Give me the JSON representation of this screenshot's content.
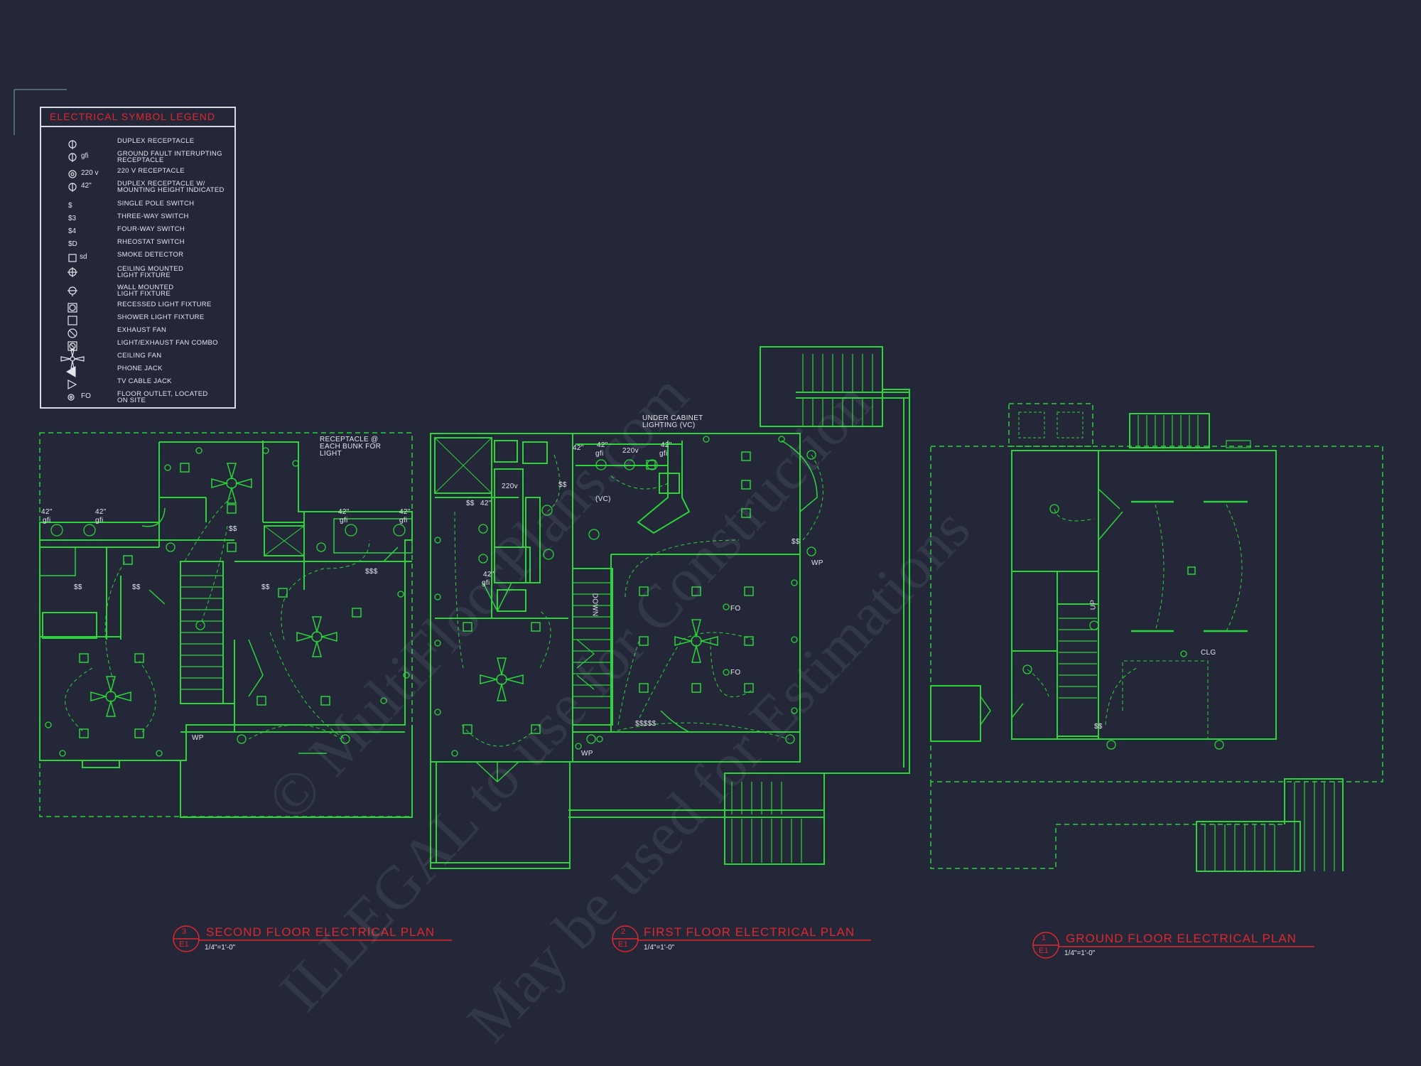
{
  "colors": {
    "background": "#232738",
    "linework": "#2bd43a",
    "title_red": "#e0262f",
    "text_white": "#e4e6ec"
  },
  "legend": {
    "title": "ELECTRICAL SYMBOL LEGEND",
    "items": [
      {
        "label": "DUPLEX RECEPTACLE",
        "icon": "duplex-receptacle-icon",
        "tag": ""
      },
      {
        "label": "GROUND FAULT INTERUPTING\nRECEPTACLE",
        "icon": "gfi-receptacle-icon",
        "tag": "gfi"
      },
      {
        "label": "220 V RECEPTACLE",
        "icon": "220v-receptacle-icon",
        "tag": "220 v"
      },
      {
        "label": "DUPLEX RECEPTACLE W/\nMOUNTING HEIGHT INDICATED",
        "icon": "duplex-height-icon",
        "tag": "42\""
      },
      {
        "label": "SINGLE POLE SWITCH",
        "icon": "single-pole-switch-icon",
        "tag": "$"
      },
      {
        "label": "THREE-WAY SWITCH",
        "icon": "three-way-switch-icon",
        "tag": "$3"
      },
      {
        "label": "FOUR-WAY SWITCH",
        "icon": "four-way-switch-icon",
        "tag": "$4"
      },
      {
        "label": "RHEOSTAT SWITCH",
        "icon": "rheostat-switch-icon",
        "tag": "$D"
      },
      {
        "label": "SMOKE DETECTOR",
        "icon": "smoke-detector-icon",
        "tag": "sd"
      },
      {
        "label": "CEILING MOUNTED\nLIGHT FIXTURE",
        "icon": "ceiling-light-icon",
        "tag": ""
      },
      {
        "label": "WALL MOUNTED\nLIGHT FIXTURE",
        "icon": "wall-light-icon",
        "tag": ""
      },
      {
        "label": "RECESSED LIGHT FIXTURE",
        "icon": "recessed-light-icon",
        "tag": ""
      },
      {
        "label": "SHOWER LIGHT FIXTURE",
        "icon": "shower-light-icon",
        "tag": ""
      },
      {
        "label": "EXHAUST FAN",
        "icon": "exhaust-fan-icon",
        "tag": ""
      },
      {
        "label": "LIGHT/EXHAUST FAN COMBO",
        "icon": "light-fan-combo-icon",
        "tag": ""
      },
      {
        "label": "CEILING FAN",
        "icon": "ceiling-fan-icon",
        "tag": ""
      },
      {
        "label": "PHONE JACK",
        "icon": "phone-jack-icon",
        "tag": ""
      },
      {
        "label": "TV CABLE JACK",
        "icon": "tv-cable-jack-icon",
        "tag": ""
      },
      {
        "label": "FLOOR OUTLET, LOCATED\nON SITE",
        "icon": "floor-outlet-icon",
        "tag": "FO"
      }
    ]
  },
  "plans": {
    "second": {
      "number": "3",
      "sheet": "E1",
      "title": "SECOND FLOOR ELECTRICAL PLAN",
      "scale": "1/4\"=1'-0\""
    },
    "first": {
      "number": "2",
      "sheet": "E1",
      "title": "FIRST FLOOR ELECTRICAL PLAN",
      "scale": "1/4\"=1'-0\""
    },
    "ground": {
      "number": "1",
      "sheet": "E1",
      "title": "GROUND FLOOR ELECTRICAL PLAN",
      "scale": "1/4\"=1'-0\""
    }
  },
  "callouts": {
    "bunk": "RECEPTACLE @\nEACH BUNK FOR\nLIGHT",
    "cabinet": "UNDER CABINET\nLIGHTING (VC)",
    "fo": "FO",
    "clg": "CLG",
    "wp": "WP",
    "gfi": "gfi",
    "h42": "42\"",
    "v220": "220v",
    "vc": "(VC)",
    "up": "UP",
    "down": "DOWN",
    "ss": "$$",
    "sss": "$$$",
    "ssss": "$$$$$"
  },
  "watermark": {
    "line1": "© MultiFloorPlans.com",
    "line2": "ILLEGAL to use for Construction",
    "line3": "May be used for Estimations"
  }
}
